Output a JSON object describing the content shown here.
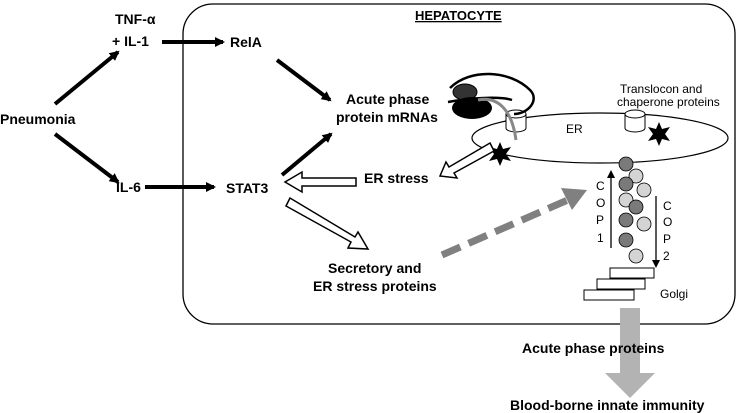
{
  "diagram": {
    "hepatocyte_label": "HEPATOCYTE",
    "pneumonia": "Pneumonia",
    "tnf_line1": "TNF-α",
    "tnf_line2": "+ IL-1",
    "il6": "IL-6",
    "rela": "RelA",
    "stat3": "STAT3",
    "acute_mrna_line1": "Acute phase",
    "acute_mrna_line2": "protein mRNAs",
    "translocon_line1": "Translocon and",
    "translocon_line2": "chaperone proteins",
    "er": "ER",
    "er_stress": "ER stress",
    "secretory_line1": "Secretory and",
    "secretory_line2": "ER stress proteins",
    "cop1": [
      "C",
      "O",
      "P",
      "1"
    ],
    "cop2": [
      "C",
      "O",
      "P",
      "2"
    ],
    "golgi": "Golgi",
    "acute_proteins": "Acute phase proteins",
    "immunity": "Blood-borne innate immunity"
  }
}
